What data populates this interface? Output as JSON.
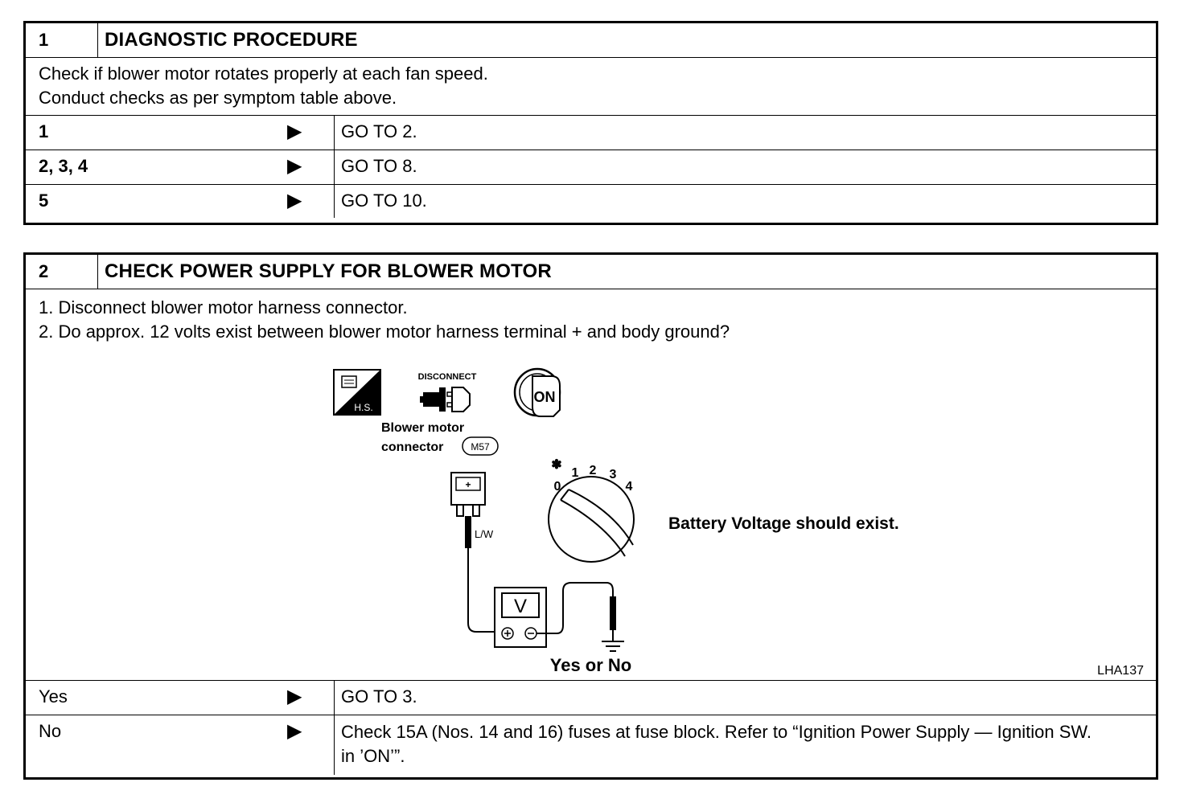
{
  "step1": {
    "number": "1",
    "title": "DIAGNOSTIC PROCEDURE",
    "description": [
      "Check if blower motor rotates properly at each fan speed.",
      "Conduct checks as per symptom table above."
    ],
    "rows": [
      {
        "label": "1",
        "result": "GO TO 2."
      },
      {
        "label": "2, 3, 4",
        "result": "GO TO 8."
      },
      {
        "label": "5",
        "result": "GO TO 10."
      }
    ]
  },
  "step2": {
    "number": "2",
    "title": "CHECK POWER SUPPLY FOR BLOWER MOTOR",
    "instructions": [
      "1.  Disconnect blower motor harness connector.",
      "2.  Do approx. 12 volts exist between blower motor harness terminal + and body ground?"
    ],
    "figure": {
      "disconnect_label": "DISCONNECT",
      "hs_label": "H.S.",
      "ignition_label": "ON",
      "connector_label_line1": "Blower motor",
      "connector_label_line2": "connector",
      "connector_code": "M57",
      "terminal_label": "+",
      "wire_label": "L/W",
      "meter_label": "V",
      "fan_speeds": [
        "0",
        "1",
        "2",
        "3",
        "4"
      ],
      "fan_off_marker": "✽",
      "note": "Battery Voltage should exist.",
      "figure_code": "LHA137"
    },
    "question": "Yes or No",
    "rows": [
      {
        "label": "Yes",
        "result": "GO TO 3."
      },
      {
        "label": "No",
        "result": "Check 15A (Nos. 14 and 16) fuses at fuse block. Refer to “Ignition Power Supply — Ignition SW. in ’ON’”."
      }
    ]
  },
  "arrow_glyph": "▶"
}
